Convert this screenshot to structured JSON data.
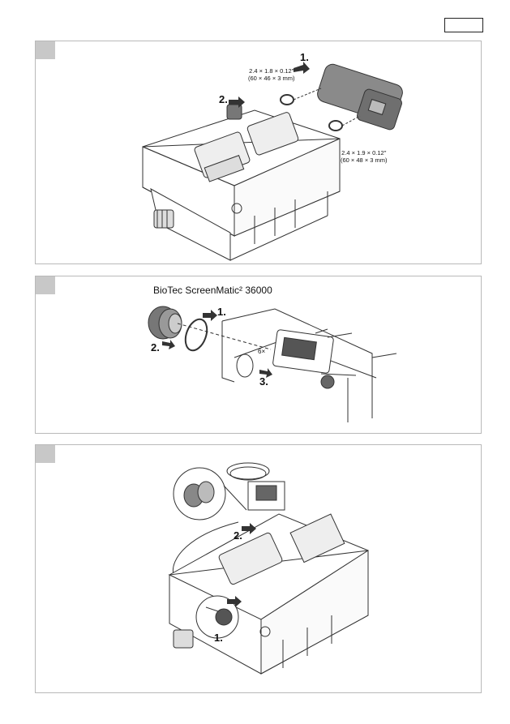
{
  "panel1": {
    "steps": [
      "1.",
      "2."
    ],
    "dims_top_line1": "2.4 × 1.8 × 0.12\"",
    "dims_top_line2": "(60 × 46 × 3 mm)",
    "dims_bottom_line1": "2.4 × 1.9 × 0.12\"",
    "dims_bottom_line2": "(60 × 48 × 3 mm)"
  },
  "panel2": {
    "title": "BioTec ScreenMatic² 36000",
    "steps": [
      "1.",
      "2.",
      "3."
    ],
    "count": "6×"
  },
  "panel3": {
    "steps": [
      "1.",
      "2."
    ]
  },
  "colors": {
    "border": "#b9b9b9",
    "corner": "#c8c8c8",
    "line": "#333333",
    "part": "#888888"
  }
}
